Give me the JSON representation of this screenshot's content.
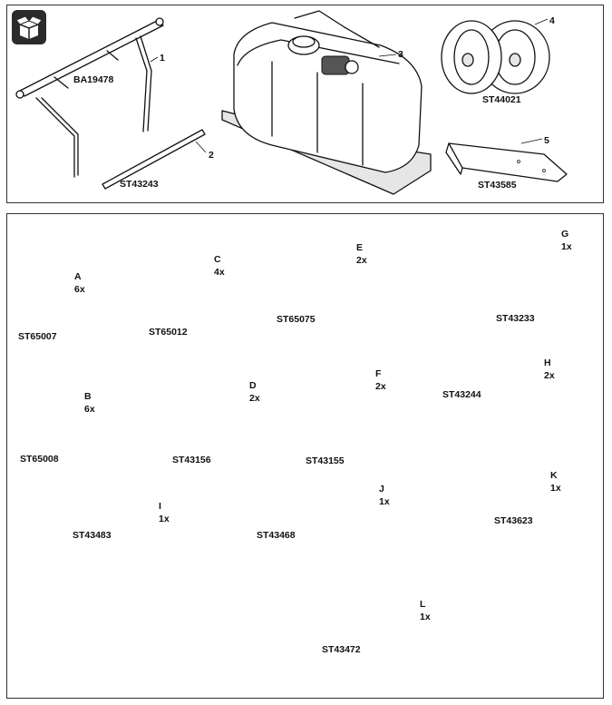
{
  "top_panel": {
    "parts": [
      {
        "callout": "1",
        "part_number": "BA19478"
      },
      {
        "callout": "2",
        "part_number": "ST43243"
      },
      {
        "callout": "3",
        "part_number": ""
      },
      {
        "callout": "4",
        "part_number": "ST44021"
      },
      {
        "callout": "5",
        "part_number": "ST43585"
      }
    ]
  },
  "bottom_panel": {
    "hardware": [
      {
        "letter": "A",
        "qty": "6x",
        "part_number": "ST65007"
      },
      {
        "letter": "B",
        "qty": "6x",
        "part_number": "ST65008"
      },
      {
        "letter": "C",
        "qty": "4x",
        "part_number": "ST65012"
      },
      {
        "letter": "D",
        "qty": "2x",
        "part_number": "ST43156"
      },
      {
        "letter": "E",
        "qty": "2x",
        "part_number": "ST65075"
      },
      {
        "letter": "F",
        "qty": "2x",
        "part_number": "ST43155"
      },
      {
        "letter": "G",
        "qty": "1x",
        "part_number": "ST43233"
      },
      {
        "letter": "H",
        "qty": "2x",
        "part_number": "ST43244"
      },
      {
        "letter": "I",
        "qty": "1x",
        "part_number": "ST43483"
      },
      {
        "letter": "J",
        "qty": "1x",
        "part_number": "ST43468"
      },
      {
        "letter": "K",
        "qty": "1x",
        "part_number": "ST43623"
      },
      {
        "letter": "L",
        "qty": "1x",
        "part_number": "ST43472"
      }
    ]
  },
  "icons": {
    "header": "open-box-icon"
  }
}
